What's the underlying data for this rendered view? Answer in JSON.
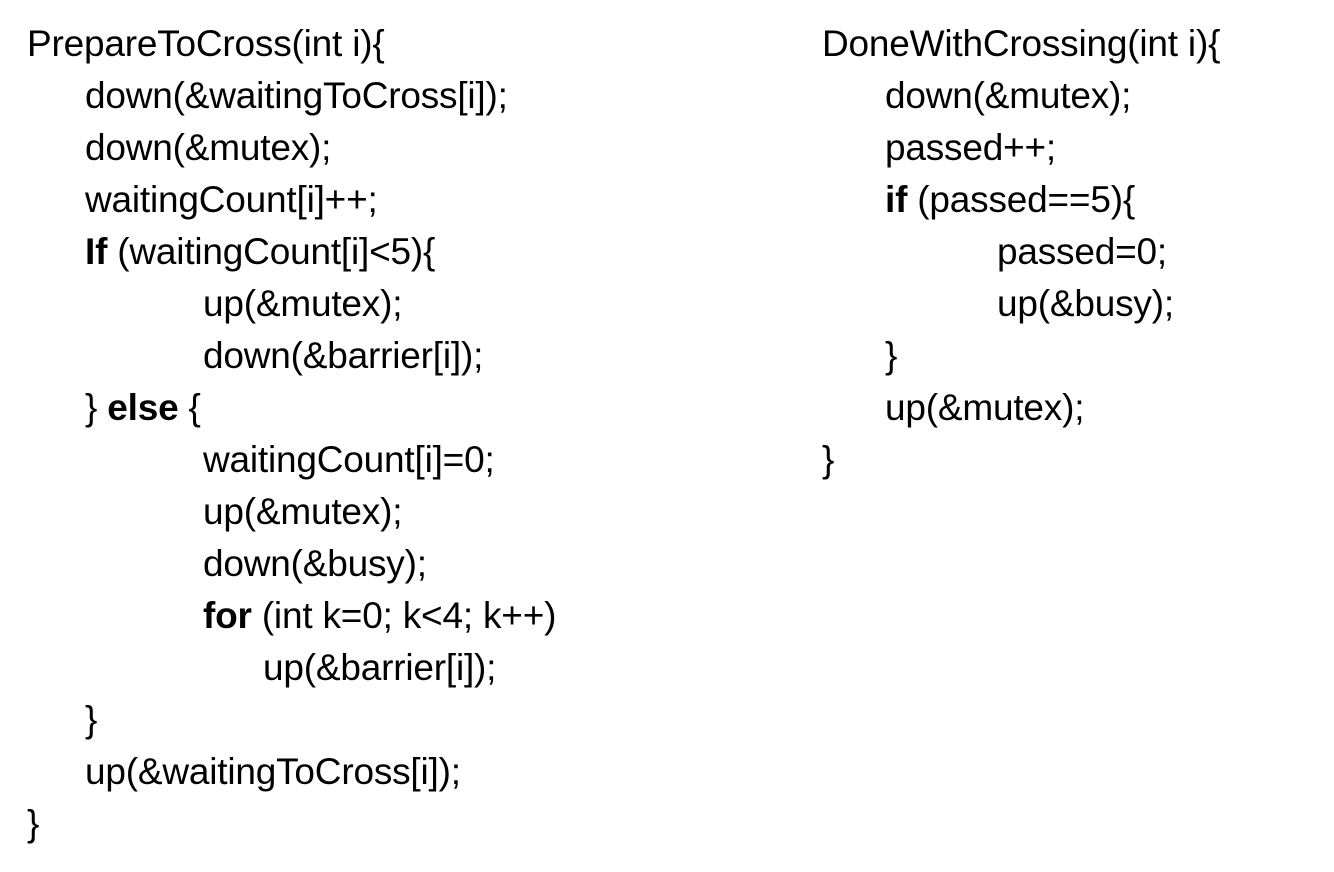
{
  "page": {
    "background_color": "#ffffff",
    "text_color": "#000000"
  },
  "code_blocks": [
    {
      "id": "prepare-to-cross",
      "name": "PrepareToCross",
      "lines": [
        {
          "indent": 0,
          "keyword": "",
          "text": "PrepareToCross(int i){"
        },
        {
          "indent": 1,
          "keyword": "",
          "text": "down(&waitingToCross[i]);"
        },
        {
          "indent": 1,
          "keyword": "",
          "text": "down(&mutex);"
        },
        {
          "indent": 1,
          "keyword": "",
          "text": "waitingCount[i]++;"
        },
        {
          "indent": 1,
          "keyword": "If",
          "text": " (waitingCount[i]<5){"
        },
        {
          "indent": 2,
          "keyword": "",
          "text": "up(&mutex);"
        },
        {
          "indent": 2,
          "keyword": "",
          "text": "down(&barrier[i]);"
        },
        {
          "indent": 1,
          "keyword": "",
          "text": "} ",
          "keyword2": "else",
          "text2": " {"
        },
        {
          "indent": 2,
          "keyword": "",
          "text": "waitingCount[i]=0;"
        },
        {
          "indent": 2,
          "keyword": "",
          "text": "up(&mutex);"
        },
        {
          "indent": 2,
          "keyword": "",
          "text": "down(&busy);"
        },
        {
          "indent": 2,
          "keyword": "for",
          "text": " (int k=0; k<4; k++)"
        },
        {
          "indent": 3,
          "keyword": "",
          "text": "up(&barrier[i]);"
        },
        {
          "indent": 1,
          "keyword": "",
          "text": "}"
        },
        {
          "indent": 1,
          "keyword": "",
          "text": "up(&waitingToCross[i]);"
        },
        {
          "indent": 0,
          "keyword": "",
          "text": "}"
        }
      ]
    },
    {
      "id": "done-with-crossing",
      "name": "DoneWithCrossing",
      "lines": [
        {
          "indent": 0,
          "keyword": "",
          "text": "DoneWithCrossing(int i){"
        },
        {
          "indent": 1,
          "keyword": "",
          "text": "down(&mutex);"
        },
        {
          "indent": 1,
          "keyword": "",
          "text": "passed++;"
        },
        {
          "indent": 1,
          "keyword": "if",
          "text": " (passed==5){"
        },
        {
          "indent": 2,
          "keyword": "",
          "text": "passed=0;"
        },
        {
          "indent": 2,
          "keyword": "",
          "text": "up(&busy);"
        },
        {
          "indent": 1,
          "keyword": "",
          "text": "}"
        },
        {
          "indent": 1,
          "keyword": "",
          "text": "up(&mutex);"
        },
        {
          "indent": 0,
          "keyword": "",
          "text": "}"
        }
      ]
    }
  ]
}
